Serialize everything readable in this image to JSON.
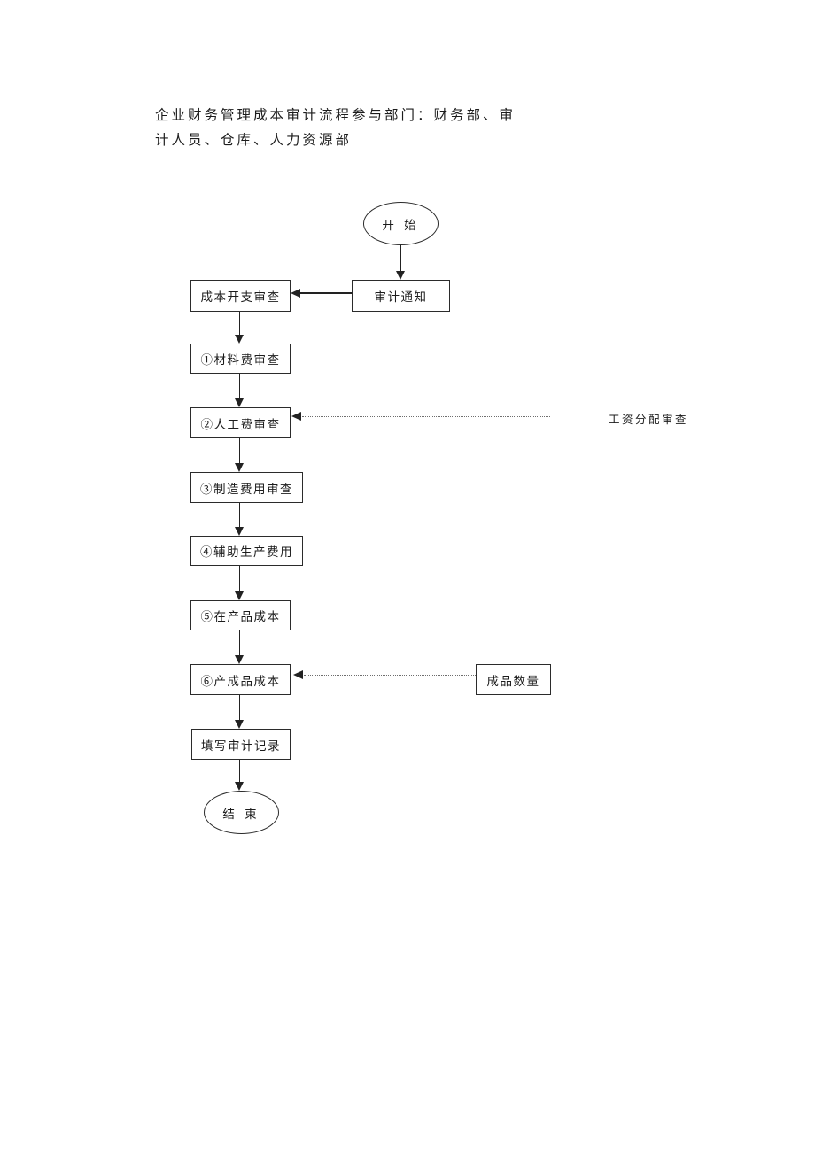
{
  "title": {
    "line1": "企业财务管理成本审计流程参与部门：财务部、审",
    "line2": "计人员、仓库、人力资源部"
  },
  "flowchart": {
    "start_label": "开 始",
    "end_label": "结 束",
    "nodes": {
      "audit_notice": "审计通知",
      "cost_expense_review": "成本开支审查",
      "material_fee_review": "①材料费审查",
      "labor_fee_review": "②人工费审查",
      "manufacturing_fee_review": "③制造费用审查",
      "auxiliary_production_fee": "④辅助生产费用",
      "wip_product_cost": "⑤在产品成本",
      "finished_product_cost": "⑥产成品成本",
      "fill_audit_record": "填写审计记录",
      "finished_quantity": "成品数量"
    },
    "annotations": {
      "wage_allocation_review": "工资分配审查"
    }
  }
}
